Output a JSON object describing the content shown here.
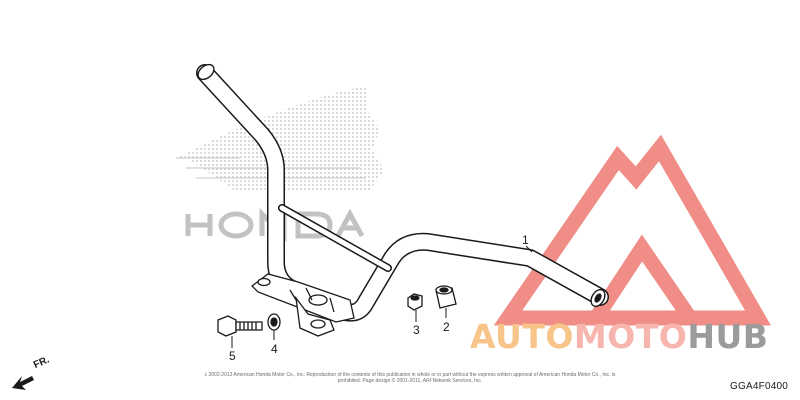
{
  "diagram": {
    "callouts": [
      {
        "id": "1",
        "text": "1"
      },
      {
        "id": "2",
        "text": "2"
      },
      {
        "id": "3",
        "text": "3"
      },
      {
        "id": "4",
        "text": "4"
      },
      {
        "id": "5",
        "text": "5"
      }
    ],
    "direction_label": "FR.",
    "reference_code": "GGA4F0400",
    "copyright_text": "c 2002-2013 American Honda Motor Co., Inc. Reproduction of the contents of this publication in whole or in part without the express written approval of American Honda Motor Co., Inc. is prohibited. Page design © 2001-2011, ARI Network Services, Inc."
  },
  "logos": {
    "manufacturer_wordmark": "HONDA",
    "dealer_wordmark": {
      "part1": "AUTO",
      "part2": "MOTO",
      "part3": "HUB"
    }
  },
  "colors": {
    "line": "#1a1a1a",
    "watermark_red": "#f08d86",
    "watermark_orange": "#f7c489",
    "watermark_gray": "#9b9b9b",
    "honda_watermark": "#c9c9c9"
  }
}
